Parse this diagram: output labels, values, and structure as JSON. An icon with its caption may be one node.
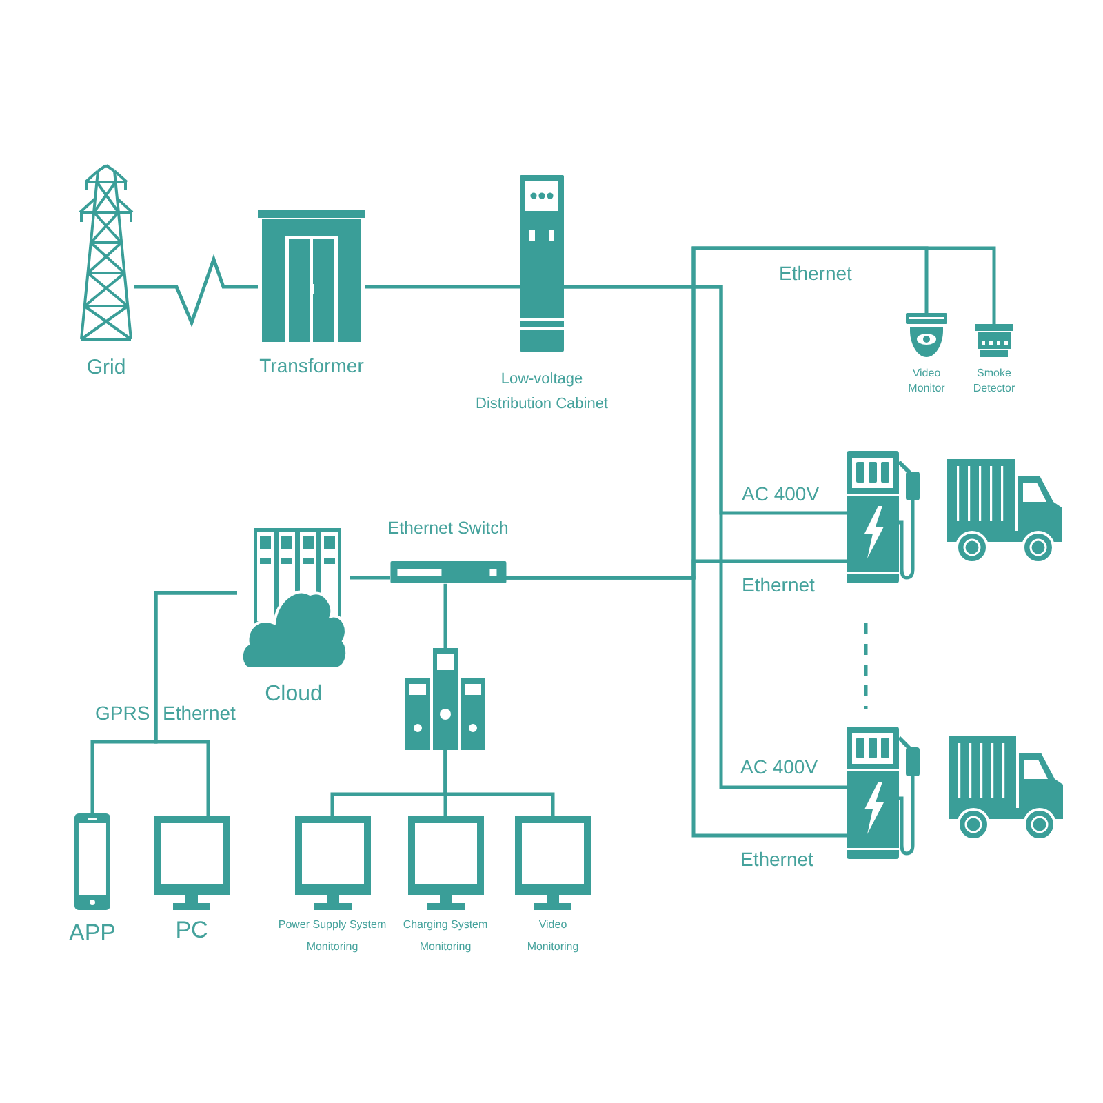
{
  "diagram": {
    "nodes": [
      {
        "text": [
          "Grid"
        ]
      },
      {
        "text": [
          "Transformer"
        ]
      },
      {
        "text": [
          "Low-voltage Distribution Cabinet"
        ]
      },
      {
        "text": [
          "Video Monitor"
        ]
      },
      {
        "text": [
          "Smoke Detector"
        ]
      },
      {
        "text": [],
        "shape": "picture"
      },
      {
        "text": [],
        "shape": "picture"
      },
      {
        "text": [
          "Cloud"
        ]
      },
      {
        "text": [
          "Ethernet Switch"
        ]
      },
      {
        "text": [],
        "shape": "picture"
      },
      {
        "text": [],
        "shape": "picture"
      },
      {
        "text": [],
        "shape": "picture"
      },
      {
        "text": [
          "APP"
        ]
      },
      {
        "text": [
          "PC"
        ]
      },
      {
        "text": [
          "Power Supply System Monitoring"
        ]
      },
      {
        "text": [
          "Charging System Monitoring"
        ]
      },
      {
        "text": [
          "Video Monitoring"
        ]
      }
    ],
    "edges": [
      {
        "from": 0,
        "to": 1,
        "arrow": "none"
      },
      {
        "from": 1,
        "to": 2,
        "arrow": "none"
      },
      {
        "from": 2,
        "to": 5,
        "arrow": "none",
        "label": "AC 400V"
      },
      {
        "from": 2,
        "to": 10,
        "arrow": "none",
        "label": "AC 400V"
      },
      {
        "from": 8,
        "to": 3,
        "arrow": "none",
        "label": "Ethernet"
      },
      {
        "from": 8,
        "to": 4,
        "arrow": "none"
      },
      {
        "from": 8,
        "to": 5,
        "arrow": "none",
        "label": "Ethernet"
      },
      {
        "from": 8,
        "to": 10,
        "arrow": "none",
        "label": "Ethernet"
      },
      {
        "from": 7,
        "to": 8,
        "arrow": "none"
      },
      {
        "from": 8,
        "to": 9,
        "arrow": "none"
      },
      {
        "from": 9,
        "to": 14,
        "arrow": "none"
      },
      {
        "from": 9,
        "to": 15,
        "arrow": "none"
      },
      {
        "from": 9,
        "to": 16,
        "arrow": "none"
      },
      {
        "from": 7,
        "to": 12,
        "arrow": "none",
        "label": "GPRS"
      },
      {
        "from": 7,
        "to": 13,
        "arrow": "none",
        "label": "Ethernet"
      }
    ]
  }
}
